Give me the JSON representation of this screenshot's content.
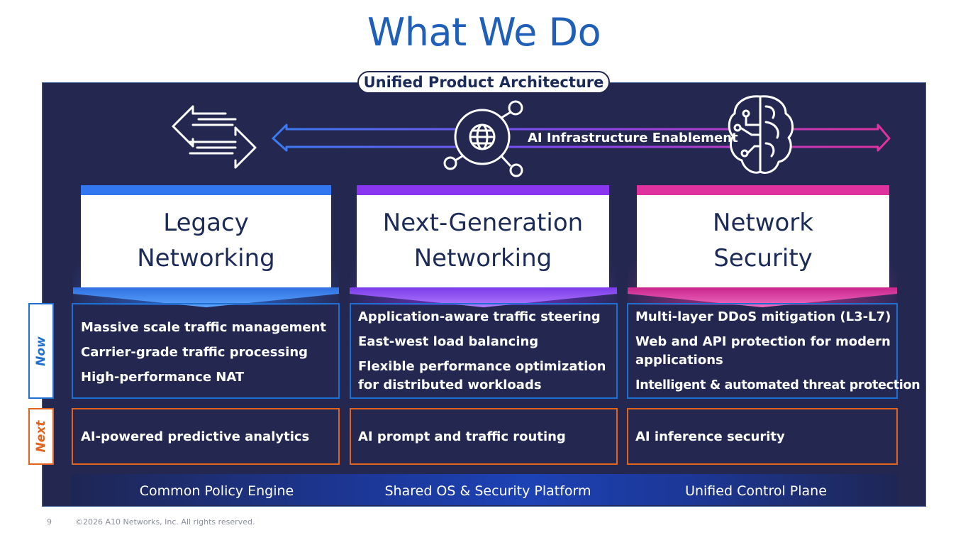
{
  "title": "What We Do",
  "architecture_label": "Unified Product Architecture",
  "ai_enablement_label": "AI Infrastructure Enablement",
  "colors": {
    "title_blue": "#1f5fb8",
    "panel_navy": "#242851",
    "legacy_blue": "#3377f0",
    "nextgen_purple": "#8a35f0",
    "security_pink": "#e0329e",
    "now_border": "#1f6fd1",
    "next_border": "#e0641e"
  },
  "row_labels": {
    "now": "Now",
    "next": "Next"
  },
  "columns": [
    {
      "title_line1": "Legacy",
      "title_line2": "Networking",
      "now_items": [
        "Massive scale traffic management",
        "Carrier-grade traffic processing",
        "High-performance NAT"
      ],
      "next_item": "AI-powered predictive analytics",
      "foundation": "Common Policy Engine"
    },
    {
      "title_line1": "Next-Generation",
      "title_line2": "Networking",
      "now_items": [
        "Application-aware traffic steering",
        "East-west load balancing",
        "Flexible performance optimization for distributed workloads"
      ],
      "next_item": "AI prompt and traffic routing",
      "foundation": "Shared OS & Security Platform"
    },
    {
      "title_line1": "Network",
      "title_line2": "Security",
      "now_items": [
        "Multi-layer DDoS mitigation (L3-L7)",
        "Web and API protection for modern applications",
        "Intelligent & automated threat protection"
      ],
      "next_item": "AI inference security",
      "foundation": "Unified Control Plane"
    }
  ],
  "icons": [
    "bidirectional-arrows-icon",
    "globe-network-icon",
    "ai-brain-circuit-icon"
  ],
  "footer": {
    "page_number": "9",
    "copyright": "©2026 A10 Networks, Inc. All rights reserved."
  }
}
